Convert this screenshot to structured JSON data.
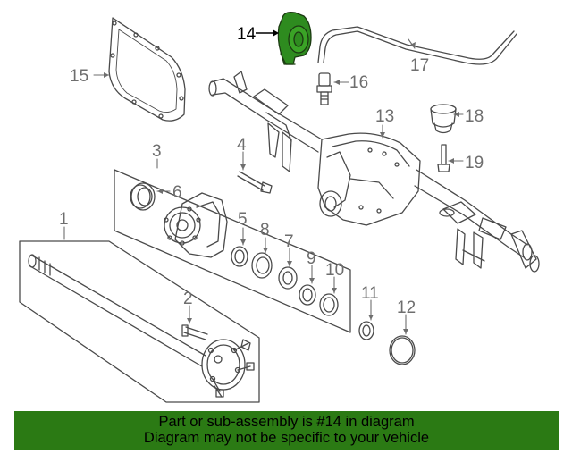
{
  "colors": {
    "highlight_part": "#2e8b1f",
    "banner_bg": "#2b7a14",
    "line": "#4a4a4a",
    "callout_text": "#6e6e6e"
  },
  "callouts": {
    "c1": "1",
    "c2": "2",
    "c3": "3",
    "c4": "4",
    "c5": "5",
    "c6": "6",
    "c7": "7",
    "c8": "8",
    "c9": "9",
    "c10": "10",
    "c11": "11",
    "c12": "12",
    "c13": "13",
    "c14": "14",
    "c15": "15",
    "c16": "16",
    "c17": "17",
    "c18": "18",
    "c19": "19"
  },
  "highlighted_part": "14",
  "banner": {
    "line1": "Part or sub-assembly is #14 in diagram",
    "line2": "Diagram may not be specific to your vehicle"
  }
}
